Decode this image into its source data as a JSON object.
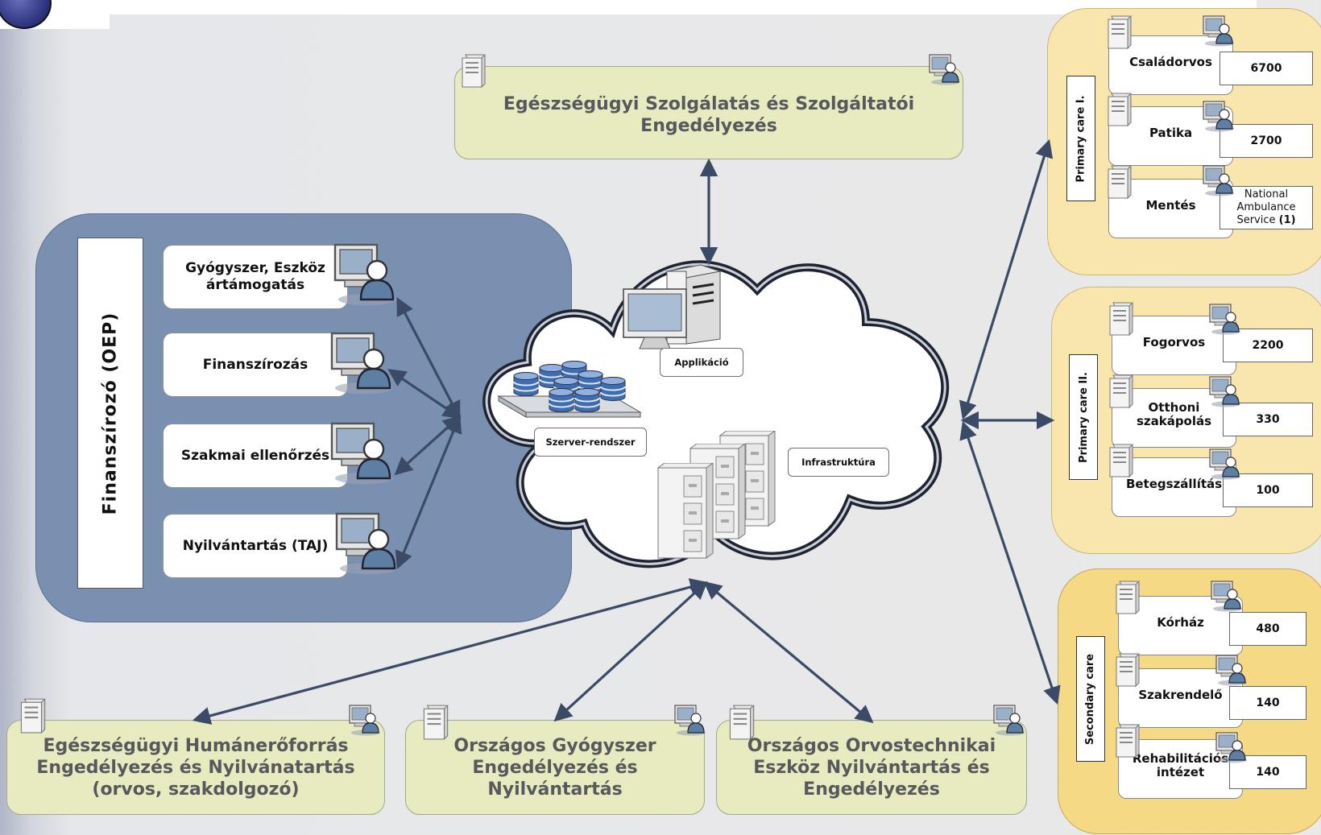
{
  "top_box": {
    "title": "Egészségügyi Szolgálatás és Szolgáltatói Engedélyezés"
  },
  "oep": {
    "label": "Finanszírozó (OEP)",
    "functions": [
      {
        "label": "Gyógyszer, Eszköz ártámogatás"
      },
      {
        "label": "Finanszírozás"
      },
      {
        "label": "Szakmai ellenőrzés"
      },
      {
        "label": "Nyilvántartás (TAJ)"
      }
    ]
  },
  "cloud": {
    "applikacio": "Applikáció",
    "szerver": "Szerver-rendszer",
    "infrastruktura": "Infrastruktúra"
  },
  "primary_care_1": {
    "label": "Primary care I.",
    "items": [
      {
        "name": "Családorvos",
        "value": "6700"
      },
      {
        "name": "Patika",
        "value": "2700"
      },
      {
        "name": "Mentés",
        "value_lines": [
          "National",
          "Ambulance"
        ],
        "value_last": "Service",
        "value_count": "(1)"
      }
    ]
  },
  "primary_care_2": {
    "label": "Primary care II.",
    "items": [
      {
        "name": "Fogorvos",
        "value": "2200"
      },
      {
        "name": "Otthoni szakápolás",
        "value": "330"
      },
      {
        "name": "Betegszállítás",
        "value": "100"
      }
    ]
  },
  "secondary_care": {
    "label": "Secondary care",
    "items": [
      {
        "name": "Kórház",
        "value": "480"
      },
      {
        "name": "Szakrendelő",
        "value": "140"
      },
      {
        "name": "Rehabilitációs intézet",
        "value": "140"
      }
    ]
  },
  "bottom_boxes": [
    {
      "title": "Egészségügyi Humánerőforrás Engedélyezés és Nyilvánatartás (orvos, szakdolgozó)"
    },
    {
      "title": "Országos Gyógyszer Engedélyezés és Nyilvántartás"
    },
    {
      "title": "Országos Orvostechnikai Eszköz Nyilvántartás és Engedélyezés"
    }
  ],
  "colors": {
    "oep_panel": "#7a90b1",
    "registry_box": "#e7ebbf",
    "primary_care_panel": "#f9e6ad",
    "secondary_care_panel": "#f6d985",
    "arrow": "#3b4a66"
  },
  "icons": [
    "server-icon",
    "workstation-user-icon",
    "database-cluster-icon",
    "file-cabinet-icon",
    "cloud-icon"
  ]
}
